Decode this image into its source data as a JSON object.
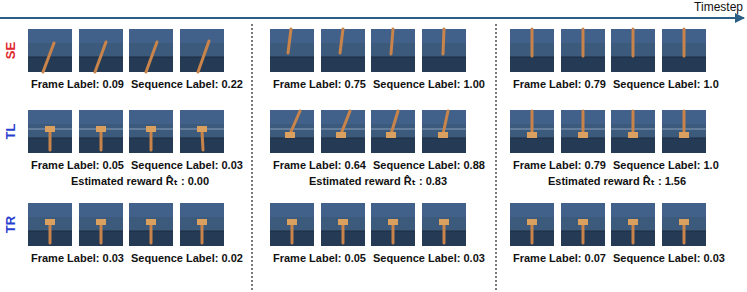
{
  "diagram": {
    "labels": [
      "Timestep",
      "SE",
      "Frame Label: 0.09",
      "Sequence Label: 0.22",
      "Frame Label: 0.75",
      "Sequence Label: 1.00",
      "Frame Label: 0.79",
      "Sequence Label: 1.0",
      "TL",
      "Frame Label: 0.05",
      "Sequence Label: 0.03",
      "Frame Label: 0.64",
      "Sequence Label: 0.88",
      "Frame Label: 0.79",
      "Sequence Label: 1.0",
      "Estimated reward R̂ₜ : 0.00",
      "Estimated reward R̂ₜ : 0.83",
      "Estimated reward R̂ₜ : 1.56",
      "TR",
      "Frame Label: 0.03",
      "Sequence Label: 0.02",
      "Frame Label: 0.05",
      "Sequence Label: 0.03",
      "Frame Label: 0.07",
      "Sequence Label: 0.03"
    ]
  }
}
